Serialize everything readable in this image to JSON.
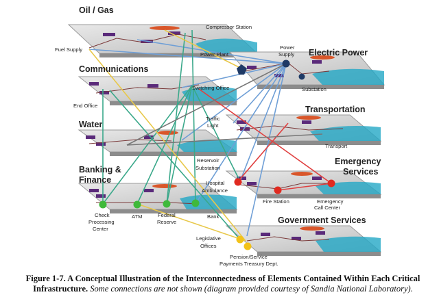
{
  "sectors": {
    "oil_gas": "Oil / Gas",
    "communications": "Communications",
    "water": "Water",
    "banking_1": "Banking &",
    "banking_2": "Finance",
    "electric_power": "Electric Power",
    "transportation": "Transportation",
    "emergency_1": "Emergency",
    "emergency_2": "Services",
    "government": "Government Services"
  },
  "nodes": {
    "compressor_station": "Compressor Station",
    "fuel_supply": "Fuel Supply",
    "power_plant": "Power Plant",
    "power_supply_1": "Power",
    "power_supply_2": "Supply",
    "switching_office": "Switching Office",
    "substation": "Substation",
    "end_office": "End Office",
    "traffic_light_1": "Traffic",
    "traffic_light_2": "Light",
    "transport": "Transport",
    "reservoir_1": "Reservoir",
    "substation_water": "Substation",
    "hospital": "Hospital",
    "ambulance": "Ambulance",
    "fire_station": "Fire Station",
    "emergency_call_center_1": "Emergency",
    "emergency_call_center_2": "Call Center",
    "check_processing_1": "Check",
    "check_processing_2": "Processing",
    "check_processing_3": "Center",
    "atm": "ATM",
    "federal_reserve_1": "Federal",
    "federal_reserve_2": "Reserve",
    "bank": "Bank",
    "legislative_1": "Legislative",
    "legislative_2": "Offices",
    "pension_1": "Pension/Service",
    "pension_2": "Payments Treasury Dept."
  },
  "caption": {
    "bold": "Figure 1-7. A Conceptual Illustration of the Interconnectedness of Elements Contained Within Each Critical Infrastructure.",
    "italic": "Some connections are not shown (diagram provided courtesy of Sandia National Laboratory)."
  },
  "colors": {
    "electric_link": "#6f9fd6",
    "comms_link": "#3aa88a",
    "oil_link": "#e8c84a",
    "emergency_link": "#e04040",
    "water_link": "#777777",
    "electric_node": "#1f3a66",
    "emergency_node": "#e02a20",
    "banking_node": "#3fb93a",
    "government_node": "#f2c21a"
  }
}
